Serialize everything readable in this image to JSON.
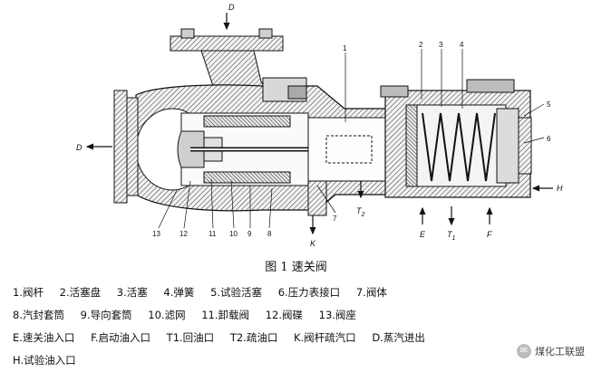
{
  "labels": {
    "D_top": "D",
    "D_left": "D",
    "n1": "1",
    "n2": "2",
    "n3": "3",
    "n4": "4",
    "n5": "5",
    "n6": "6",
    "n7": "7",
    "n8": "8",
    "n9": "9",
    "n10": "10",
    "n11": "11",
    "n12": "12",
    "n13": "13",
    "T2": "T",
    "T2_sub": "2",
    "K": "K",
    "E": "E",
    "T1": "T",
    "T1_sub": "1",
    "F": "F",
    "H": "H"
  },
  "caption": "图 1 速关阀",
  "legend": {
    "row1": [
      "1.阀杆",
      "2.活塞盘",
      "3.活塞",
      "4.弹簧",
      "5.试验活塞",
      "6.压力表接口",
      "7.阀体"
    ],
    "row2": [
      "8.汽封套筒",
      "9.导向套筒",
      "10.滤网",
      "11.卸载阀",
      "12.阀碟",
      "13.阀座"
    ],
    "row3": [
      "E.速关油入口",
      "F.启动油入口",
      "T1.回油口",
      "T2.疏油口",
      "K.阀杆疏汽口",
      "D.蒸汽进出"
    ],
    "row4": [
      "H.试验油入口"
    ]
  },
  "watermark": {
    "text": "煤化工联盟",
    "icon": "wechat-icon"
  }
}
